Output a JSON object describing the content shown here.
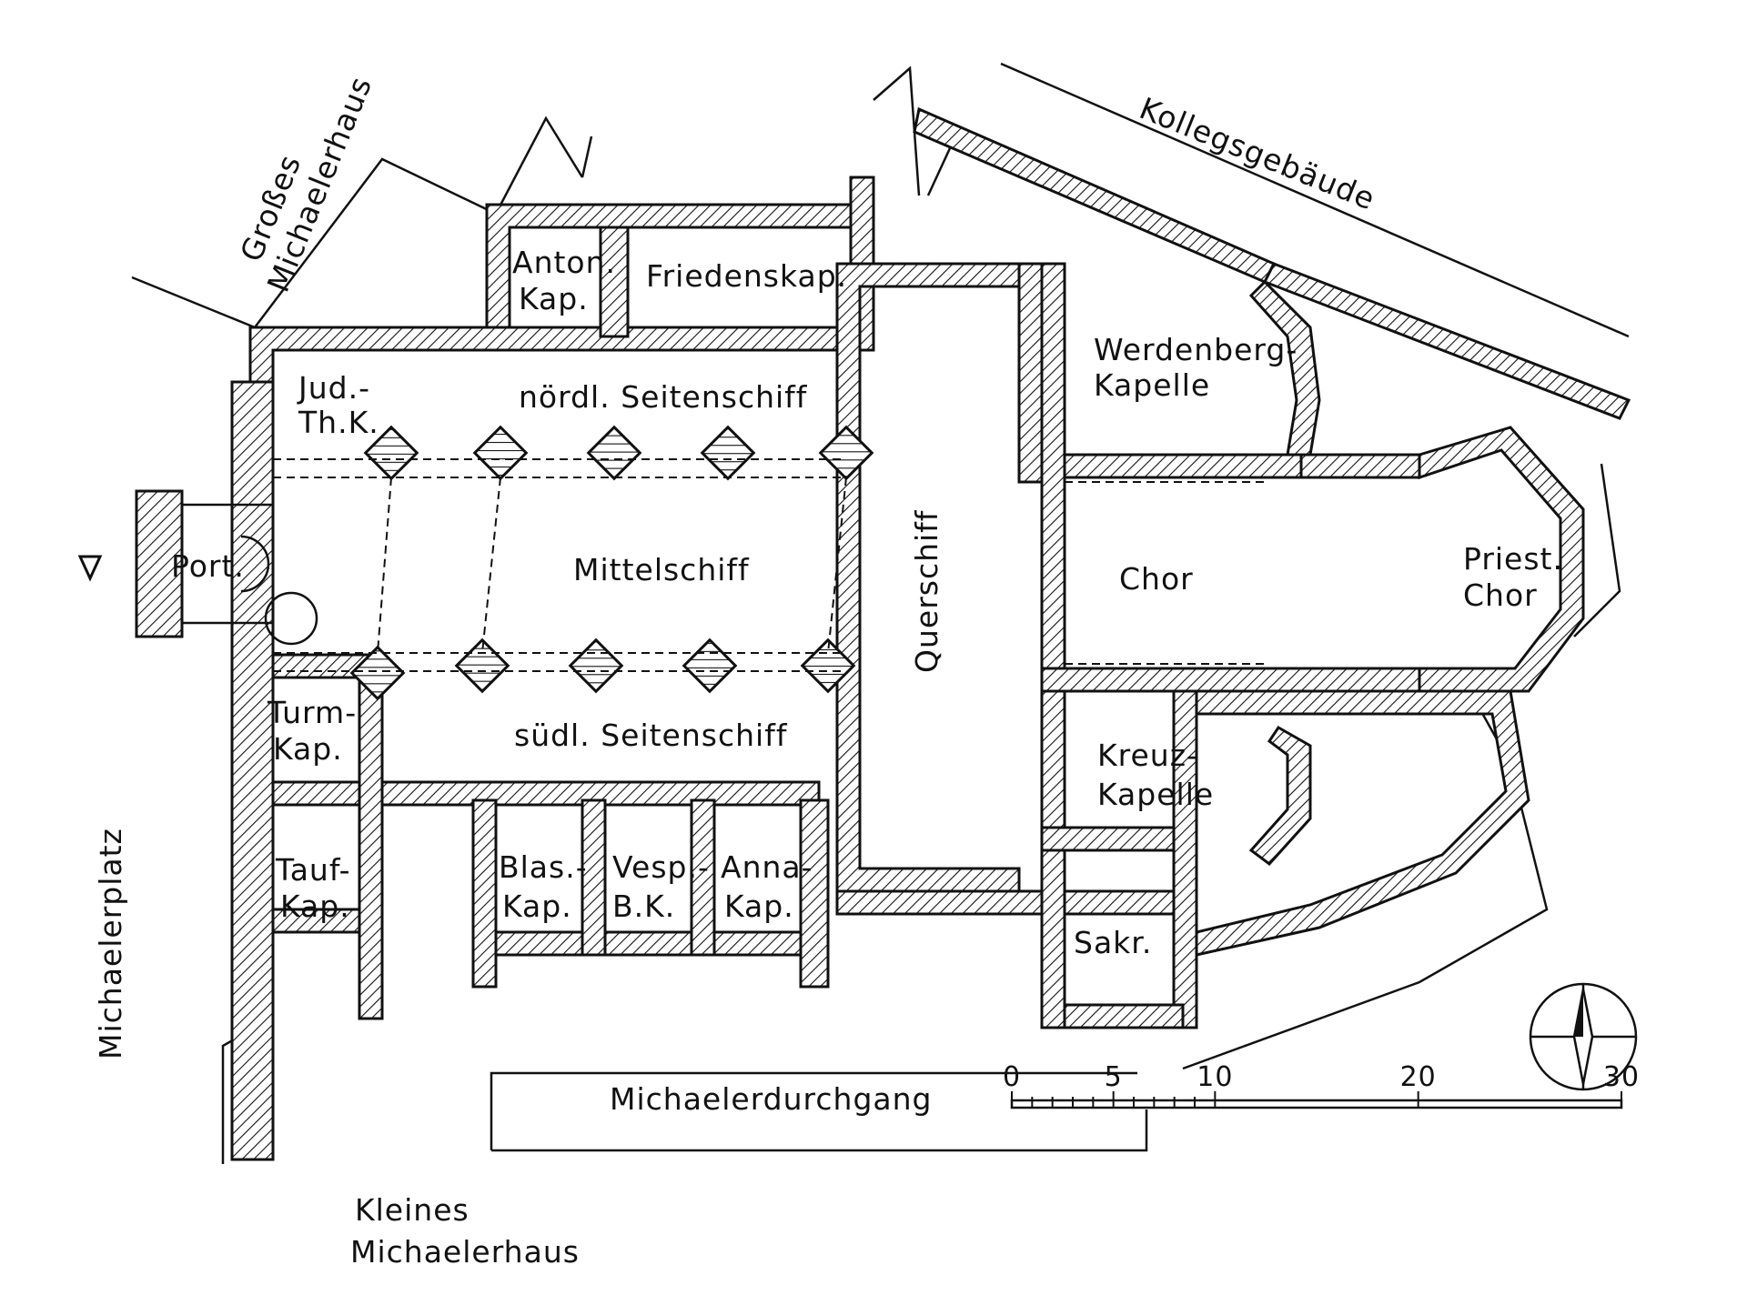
{
  "rooms": {
    "anton": [
      "Anton.",
      "Kap."
    ],
    "frieden": [
      "Friedenskap."
    ],
    "jud": [
      "Jud.-",
      "Th.K."
    ],
    "noerdl": [
      "nördl. Seitenschiff"
    ],
    "werdenberg": [
      "Werdenberg-",
      "Kapelle"
    ],
    "port": [
      "Port."
    ],
    "mittel": [
      "Mittelschiff"
    ],
    "quer": [
      "Querschiff"
    ],
    "chor": [
      "Chor"
    ],
    "priest": [
      "Priest.",
      "Chor"
    ],
    "turm": [
      "Turm-",
      "Kap."
    ],
    "suedl": [
      "südl. Seitenschiff"
    ],
    "kreuz": [
      "Kreuz-",
      "Kapelle"
    ],
    "tauf": [
      "Tauf-",
      "Kap."
    ],
    "blas": [
      "Blas.-",
      "Kap."
    ],
    "vesp": [
      "Vesp.-",
      "B.K."
    ],
    "anna": [
      "Anna-",
      "Kap."
    ],
    "sakr": [
      "Sakr."
    ]
  },
  "surroundings": {
    "grosses": [
      "Großes",
      "Michaelerhaus"
    ],
    "kolleg": "Kollegsgebäude",
    "michaelerplatz": "Michaelerplatz",
    "durchgang": "Michaelerdurchgang",
    "kleines": [
      "Kleines",
      "Michaelerhaus"
    ]
  },
  "scale": {
    "ticks": [
      "0",
      "5",
      "10",
      "20",
      "30"
    ],
    "values": [
      0,
      5,
      10,
      20,
      30
    ]
  },
  "icons": [
    "compass-rose-icon",
    "entrance-arrow-icon"
  ]
}
